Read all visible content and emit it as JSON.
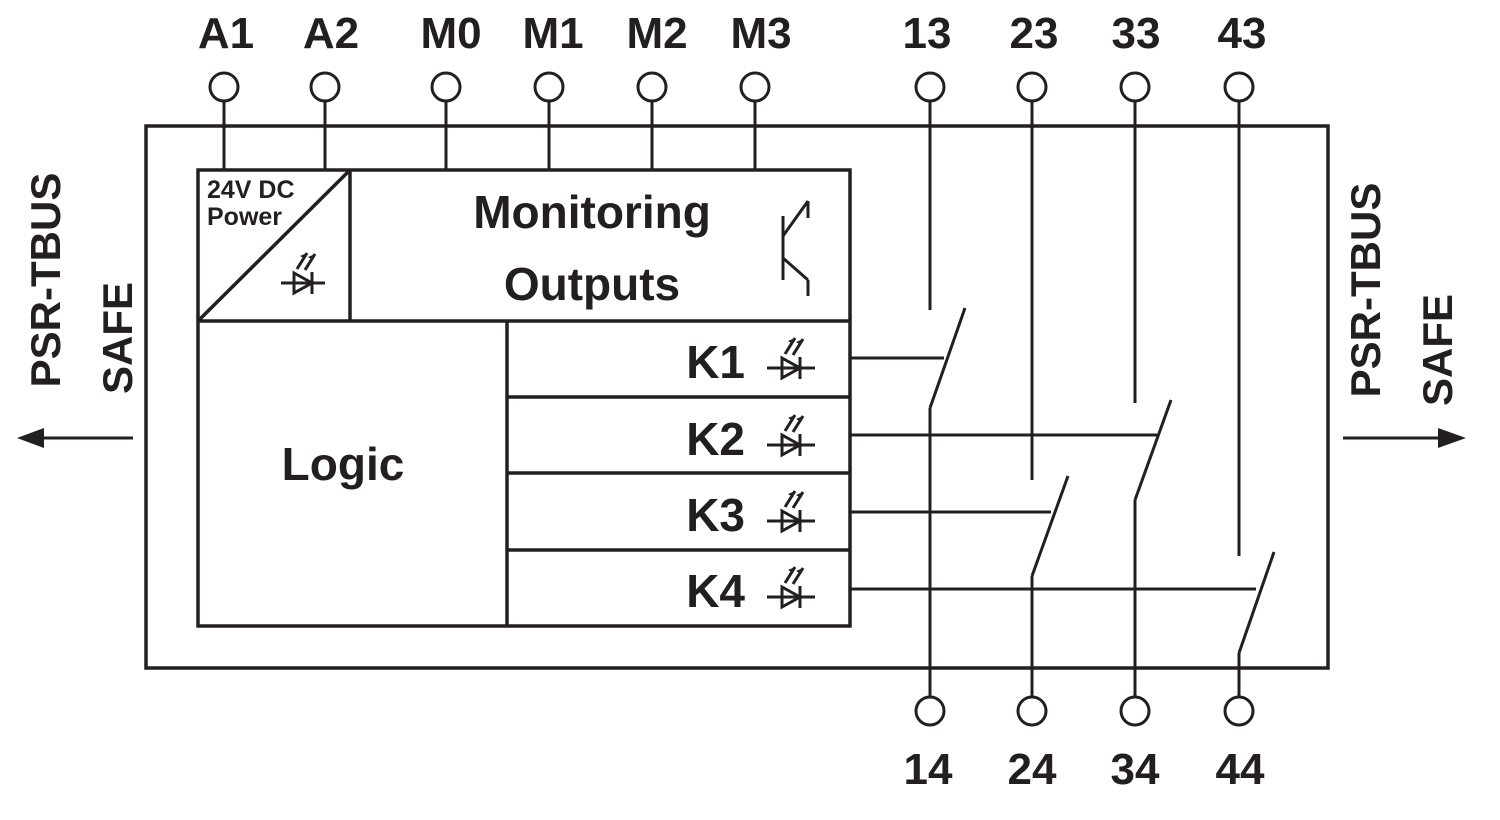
{
  "terminals_top": [
    "A1",
    "A2",
    "M0",
    "M1",
    "M2",
    "M3",
    "13",
    "23",
    "33",
    "43"
  ],
  "terminals_bottom": [
    "14",
    "24",
    "34",
    "44"
  ],
  "power_block": {
    "line1": "24V DC",
    "line2": "Power"
  },
  "monitoring_block": {
    "line1": "Monitoring",
    "line2": "Outputs"
  },
  "logic_label": "Logic",
  "relays": [
    "K1",
    "K2",
    "K3",
    "K4"
  ],
  "bus_left": {
    "line1": "PSR-TBUS",
    "line2": "SAFE",
    "direction": "left"
  },
  "bus_right": {
    "line1": "PSR-TBUS",
    "line2": "SAFE",
    "direction": "right"
  },
  "colors": {
    "ink": "#231f20",
    "background": "#ffffff"
  }
}
